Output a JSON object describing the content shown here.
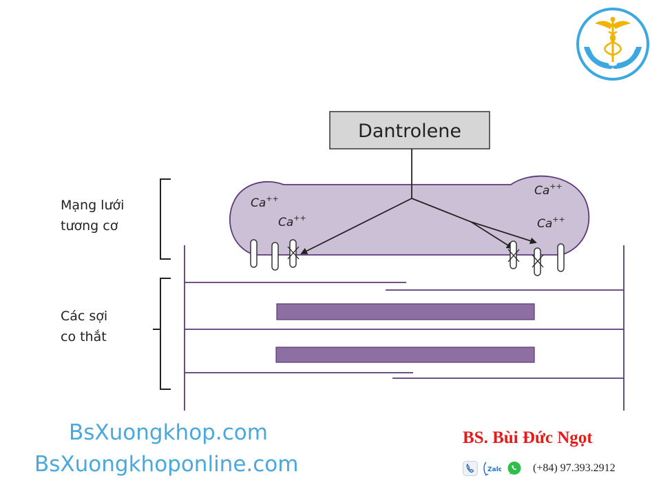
{
  "diagram": {
    "drug": "Dantrolene",
    "sr_label": [
      "Mạng lưới",
      "tương cơ"
    ],
    "fibers_label": [
      "Các sợi",
      "co thắt"
    ],
    "ions": [
      {
        "base": "Ca",
        "charge": "++"
      },
      {
        "base": "Ca",
        "charge": "++"
      },
      {
        "base": "Ca",
        "charge": "++"
      },
      {
        "base": "Ca",
        "charge": "++"
      }
    ]
  },
  "footer": {
    "site1": "BsXuongkhop.com",
    "site2": "BsXuongkhoponline.com",
    "doctor": "BS. Bùi Đức Ngọt",
    "phone": "(+84) 97.393.2912",
    "zalo_text": "Zalo"
  },
  "icons": [
    "caduceus-hands-logo",
    "phone-icon",
    "zalo-icon",
    "whatsapp-icon"
  ],
  "colors": {
    "membrane_fill": "#ccc0d6",
    "membrane_stroke": "#5a3a78",
    "filament": "#8e6fa3",
    "site_blue": "#4aa8dc",
    "doctor_red": "#e31b1b"
  }
}
